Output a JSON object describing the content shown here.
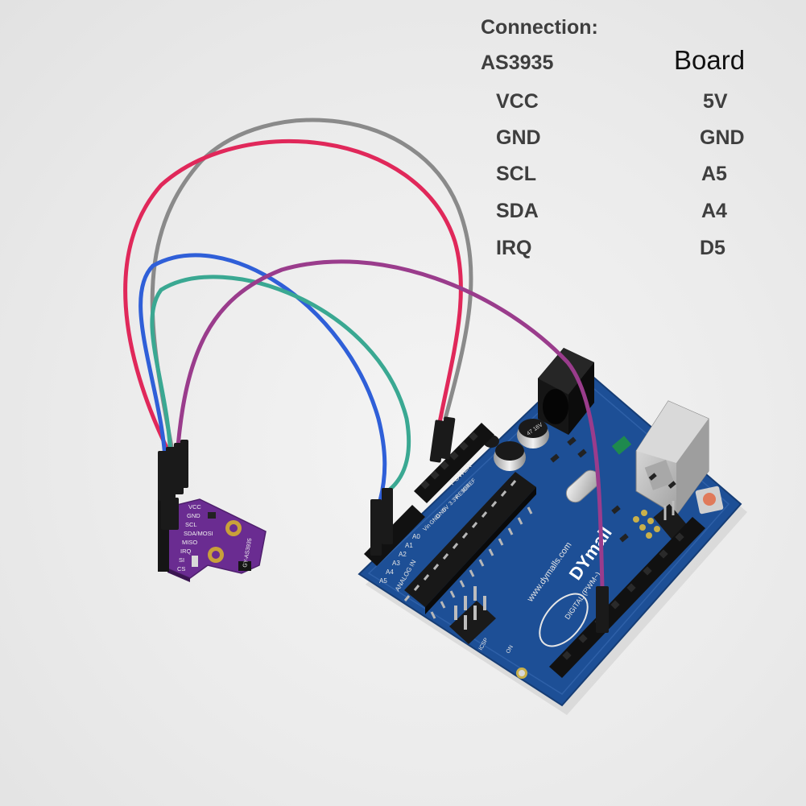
{
  "connection_title": "Connection:",
  "col_left_header": "AS3935",
  "col_right_header": "Board",
  "rows": [
    {
      "left": "VCC",
      "right": "5V"
    },
    {
      "left": "GND",
      "right": "GND"
    },
    {
      "left": "SCL",
      "right": "A5"
    },
    {
      "left": "SDA",
      "right": "A4"
    },
    {
      "left": "IRQ",
      "right": "D5"
    }
  ],
  "sensor_labels": [
    "VCC",
    "GND",
    "SCL",
    "SDA/MOSI",
    "MISO",
    "IRQ",
    "SI",
    "CS"
  ],
  "sensor_silk": "GY-AS3935",
  "board_brand": "DYmall",
  "board_url": "www.dymalls.com",
  "board_power_labels": [
    "IOREF",
    "RESET",
    "3.3V",
    "5V",
    "GND",
    "GND",
    "Vin"
  ],
  "board_analog_labels": [
    "A0",
    "A1",
    "A2",
    "A3",
    "A4",
    "A5"
  ],
  "board_section_power": "POWER",
  "board_section_analog": "ANALOG IN",
  "board_section_digital": "DIGITAL (PWM~)",
  "board_icsp": "ICSP",
  "board_on": "ON",
  "board_aref": "AREF",
  "capacitor_text": "47 16V",
  "colors": {
    "wire_gray": "#8a8a8a",
    "wire_red": "#e0285a",
    "wire_blue": "#2f5fd8",
    "wire_teal": "#3aa892",
    "wire_purple": "#9a3c8c",
    "pcb_blue": "#1d4f96",
    "sensor_purple": "#6a2c91"
  }
}
